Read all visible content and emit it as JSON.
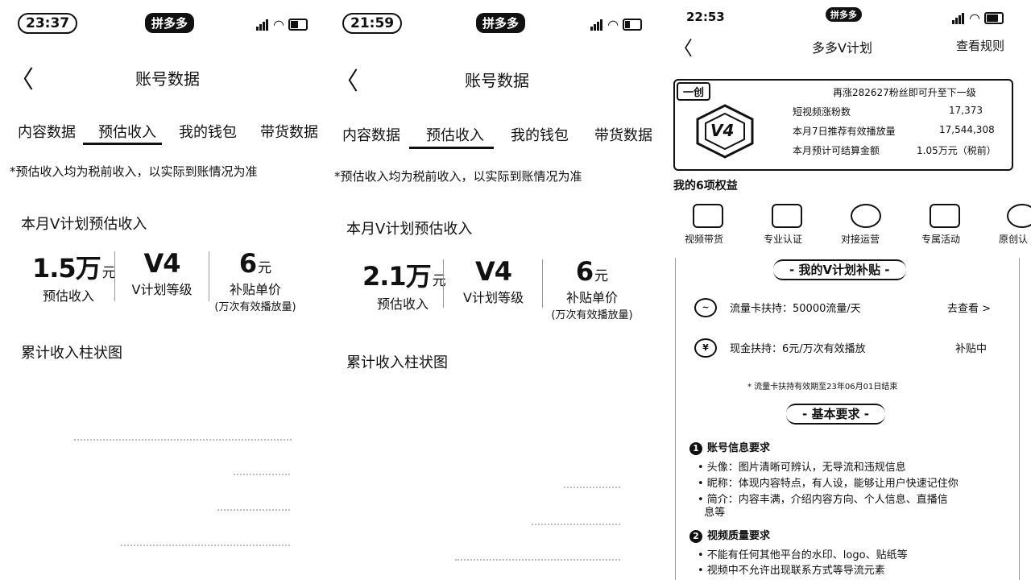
{
  "screen1": {
    "status": {
      "time": "23:37",
      "app": "拼多多"
    },
    "title": "账号数据",
    "tabs": [
      "内容数据",
      "预估收入",
      "我的钱包",
      "带货数据"
    ],
    "note": "*预估收入均为税前收入，以实际到账情况为准",
    "section": "本月V计划预估收入",
    "stats": [
      {
        "value": "1.5万",
        "unit": "元",
        "label": "预估收入"
      },
      {
        "value": "V4",
        "unit": "",
        "label": "V计划等级"
      },
      {
        "value": "6",
        "unit": "元",
        "label": "补贴单价",
        "sub": "(万次有效播放量)"
      }
    ],
    "chart_title": "累计收入柱状图"
  },
  "screen2": {
    "status": {
      "time": "21:59",
      "app": "拼多多"
    },
    "title": "账号数据",
    "tabs": [
      "内容数据",
      "预估收入",
      "我的钱包",
      "带货数据"
    ],
    "note": "*预估收入均为税前收入，以实际到账情况为准",
    "section": "本月V计划预估收入",
    "stats": [
      {
        "value": "2.1万",
        "unit": "元",
        "label": "预估收入"
      },
      {
        "value": "V4",
        "unit": "",
        "label": "V计划等级"
      },
      {
        "value": "6",
        "unit": "元",
        "label": "补贴单价",
        "sub": "(万次有效播放量)"
      }
    ],
    "chart_title": "累计收入柱状图"
  },
  "screen3": {
    "status": {
      "time": "22:53",
      "app": "拼多多"
    },
    "title": "多多V计划",
    "rules_link": "查看规则",
    "badge_tag": "一创",
    "upgrade_text": "再涨282627粉丝即可升至下一级",
    "level_mark": "V4",
    "metrics": [
      {
        "label": "短视频涨粉数",
        "value": "17,373"
      },
      {
        "label": "本月7日推荐有效播放量",
        "value": "17,544,308"
      },
      {
        "label": "本月预计可结算金额",
        "value": "1.05万元（税前）"
      }
    ],
    "benefits_title": "我的6项权益",
    "benefits": [
      "视频带货",
      "专业认证",
      "对接运营",
      "专属活动",
      "原创认"
    ],
    "subsidy_title": "我的V计划补贴",
    "subsidies": [
      {
        "icon": "~",
        "text": "流量卡扶持：50000流量/天",
        "action": "去查看 >"
      },
      {
        "icon": "¥",
        "text": "现金扶持：6元/万次有效播放",
        "action": "补贴中"
      }
    ],
    "subsidy_note": "* 流量卡扶持有效期至23年06月01日结束",
    "req_title": "基本要求",
    "requirements": [
      {
        "num": "1",
        "title": "账号信息要求",
        "items": [
          "• 头像：图片清晰可辨认，无导流和违规信息",
          "• 昵称：体现内容特点，有人设，能够让用户快速记住你",
          "• 简介：内容丰满，介绍内容方向、个人信息、直播信",
          "  息等"
        ]
      },
      {
        "num": "2",
        "title": "视频质量要求",
        "items": [
          "• 不能有任何其他平台的水印、logo、贴纸等",
          "• 视频中不允许出现联系方式等导流元素"
        ]
      }
    ]
  }
}
